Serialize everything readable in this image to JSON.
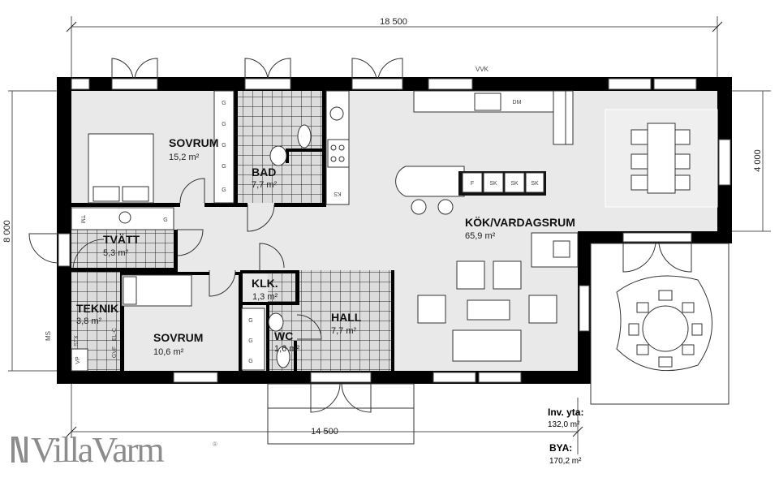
{
  "dimensions": {
    "top": "18 500",
    "bottom": "14 500",
    "left": "8 000",
    "right": "4 000"
  },
  "labels": {
    "vvk": "VVK",
    "ms": "MS"
  },
  "rooms": [
    {
      "name": "SOVRUM",
      "area": "15,2 m²"
    },
    {
      "name": "BAD",
      "area": "7,7 m²"
    },
    {
      "name": "KÖK/VARDAGSRUM",
      "area": "65,9 m²"
    },
    {
      "name": "TVÄTT",
      "area": "5,3 m²"
    },
    {
      "name": "KLK.",
      "area": "1,3 m²"
    },
    {
      "name": "TEKNIK",
      "area": "3,8 m²"
    },
    {
      "name": "SOVRUM",
      "area": "10,6 m²"
    },
    {
      "name": "WC",
      "area": "1,6 m²"
    },
    {
      "name": "HALL",
      "area": "7,7 m²"
    }
  ],
  "fixtures": {
    "wardrobe": "G",
    "fridge": "F",
    "cabinet": "SK",
    "dishwasher": "DM",
    "freezer": "KS",
    "washer": "TM",
    "heatpump": "VP",
    "gvf": "GVF",
    "elc": "EL-C",
    "stx": "STX"
  },
  "summary": {
    "inv_label": "Inv. yta:",
    "inv_value": "132,0 m²",
    "bya_label": "BYA:",
    "bya_value": "170,2 m²"
  },
  "logo": {
    "text": "VillaVarm",
    "mark": "®"
  }
}
